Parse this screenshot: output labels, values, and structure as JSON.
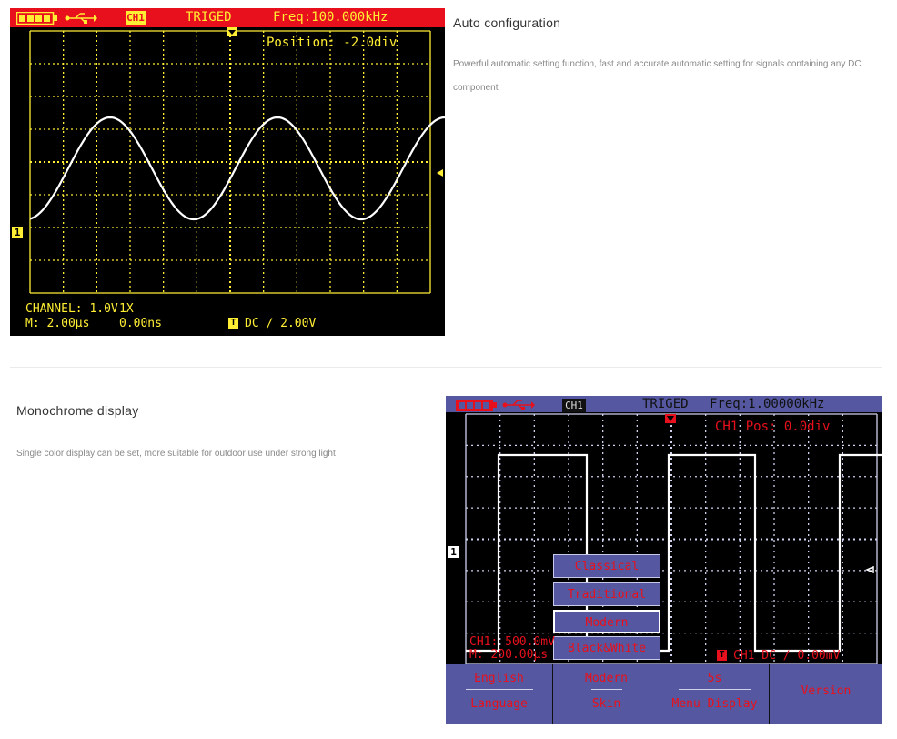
{
  "section1": {
    "heading": "Auto configuration",
    "description": "Powerful automatic setting function, fast and accurate automatic setting for signals containing any DC component"
  },
  "section2": {
    "heading": "Monochrome display",
    "description": "Single color display can be set, more suitable for outdoor use under strong light"
  },
  "scope1": {
    "status_triggered": "TRIGED",
    "channel_badge": "CH1",
    "frequency": "Freq:100.000kHz",
    "position": "Position: -2.0div",
    "channel_marker": "1",
    "channel_info": "CHANNEL: 1.0V",
    "probe": "1X",
    "timebase": "M: 2.00µs",
    "offset": "0.00ns",
    "trigger_badge": "T",
    "trigger_info": "DC ∕ 2.00V",
    "colors": {
      "bar": "#e8101c",
      "text": "#ffee33",
      "trace": "#ffffff",
      "grid": "#ffee33"
    }
  },
  "scope2": {
    "status_triggered": "TRIGED",
    "channel_badge": "CH1",
    "frequency": "Freq:1.00000kHz",
    "position": "CH1 Pos: 0.0div",
    "channel_marker": "1",
    "channel_info": "CH1: 500.0mV",
    "timebase": "M: 200.00µs",
    "trigger_badge": "T",
    "trigger_info": "CH1 DC ∕ 0.00mV",
    "skin_options": [
      {
        "label": "Classical",
        "selected": false
      },
      {
        "label": "Traditional",
        "selected": false
      },
      {
        "label": "Modern",
        "selected": true
      },
      {
        "label": "Black&White",
        "selected": false
      }
    ],
    "softkeys": [
      {
        "value": "English",
        "label": "Language"
      },
      {
        "value": "Modern",
        "label": "Skin"
      },
      {
        "value": "5s",
        "label": "Menu Display"
      },
      {
        "value": "",
        "label": "Version"
      }
    ],
    "colors": {
      "bar": "#5558a0",
      "text": "#e8101c",
      "trace": "#ffffff",
      "grid": "#cfd2ee"
    }
  }
}
